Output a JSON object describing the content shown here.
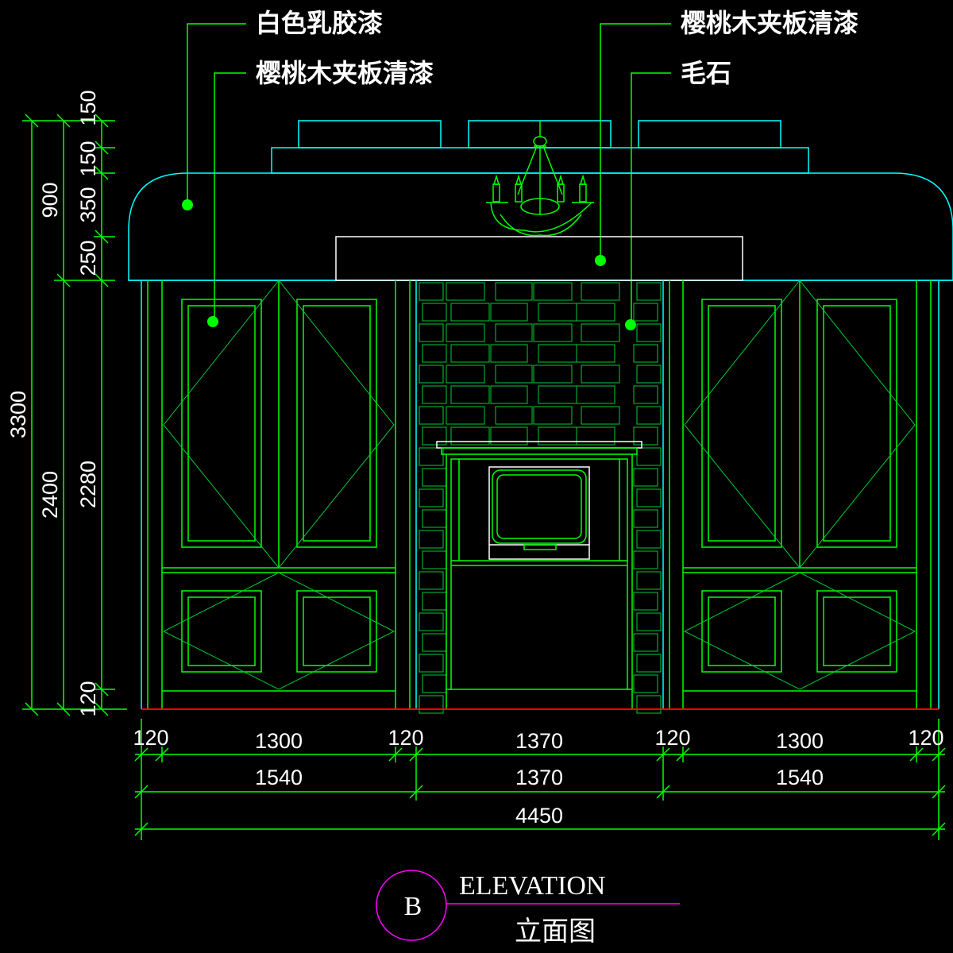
{
  "callouts": {
    "white_latex": "白色乳胶漆",
    "cherry_top": "樱桃木夹板清漆",
    "cherry_left": "樱桃木夹板清漆",
    "rubble_stone": "毛石"
  },
  "dims_left": {
    "total": "3300",
    "d900": "900",
    "d2400": "2400",
    "d150a": "150",
    "d150b": "150",
    "d350": "350",
    "d250": "250",
    "d2280": "2280",
    "d120": "120"
  },
  "dims_bottom": {
    "row1": [
      "120",
      "1300",
      "120",
      "1370",
      "120",
      "1300",
      "120"
    ],
    "row2": [
      "1540",
      "1370",
      "1540"
    ],
    "total": "4450"
  },
  "title": {
    "marker": "B",
    "en": "ELEVATION",
    "cn": "立面图"
  },
  "colors": {
    "line_green": "#00ff00",
    "line_cyan": "#00ffff",
    "text": "#ffffff",
    "marker": "#ff00ff",
    "floor": "#ff0000"
  }
}
